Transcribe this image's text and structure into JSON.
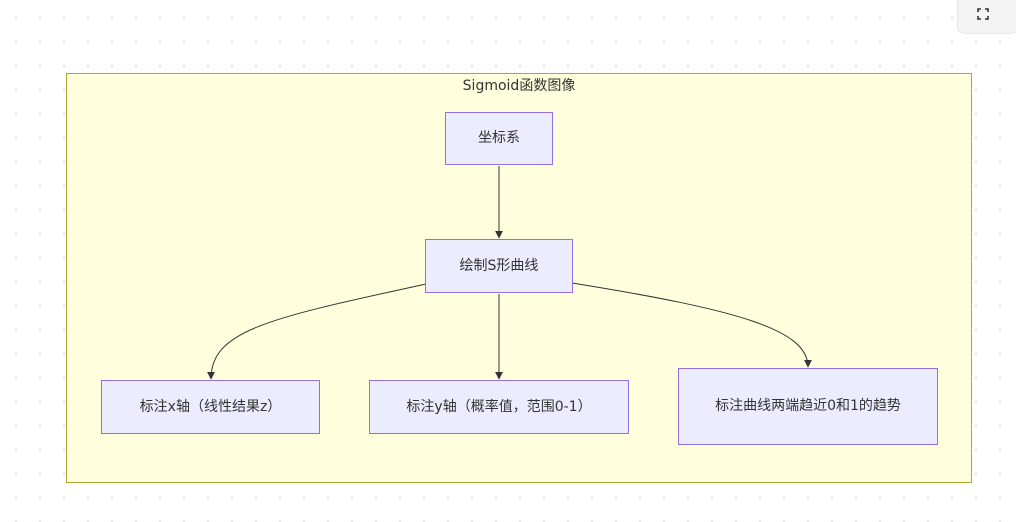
{
  "subgraph": {
    "title": "Sigmoid函数图像"
  },
  "nodes": {
    "coordinate_system": "坐标系",
    "draw_curve": "绘制S形曲线",
    "label_x_axis": "标注x轴（线性结果z）",
    "label_y_axis": "标注y轴（概率值，范围0-1）",
    "label_trend": "标注曲线两端趋近0和1的趋势"
  },
  "edges": [
    {
      "from": "coordinate_system",
      "to": "draw_curve"
    },
    {
      "from": "draw_curve",
      "to": "label_x_axis"
    },
    {
      "from": "draw_curve",
      "to": "label_y_axis"
    },
    {
      "from": "draw_curve",
      "to": "label_trend"
    }
  ],
  "colors": {
    "node_fill": "#ececff",
    "node_border": "#9370db",
    "cluster_fill": "#ffffde",
    "cluster_border": "#aaaa33",
    "edge": "#333333"
  },
  "toolbar": {
    "fullscreen_icon": "fullscreen-icon"
  }
}
